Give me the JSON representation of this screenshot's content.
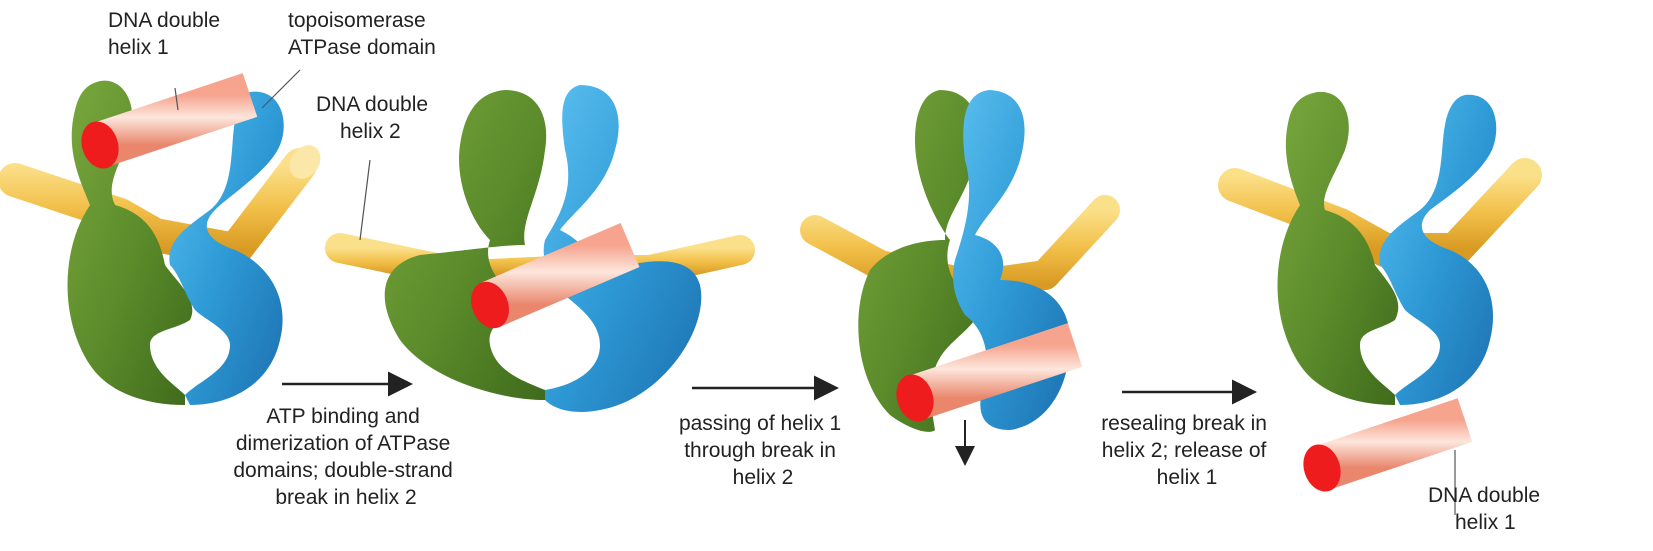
{
  "labels": {
    "helix1_top": [
      "DNA double",
      "helix 1"
    ],
    "atpase": [
      "topoisomerase",
      "ATPase domain"
    ],
    "helix2": [
      "DNA double",
      "helix 2"
    ],
    "helix1_bottom": [
      "DNA double",
      "helix 1"
    ]
  },
  "steps": [
    {
      "lines": [
        "ATP binding and",
        "dimerization of ATPase",
        "domains; double-strand",
        "break in helix 2"
      ]
    },
    {
      "lines": [
        "passing of helix 1",
        "through break in",
        "helix 2"
      ]
    },
    {
      "lines": [
        "resealing break in",
        "helix 2; release of",
        "helix 1"
      ]
    }
  ],
  "colors": {
    "green": "#5a8a2a",
    "blue": "#2e9ad6",
    "yellow": "#f2c04a",
    "pink": "#f5a892",
    "red": "#ee1c1c",
    "arrow": "#222222"
  }
}
